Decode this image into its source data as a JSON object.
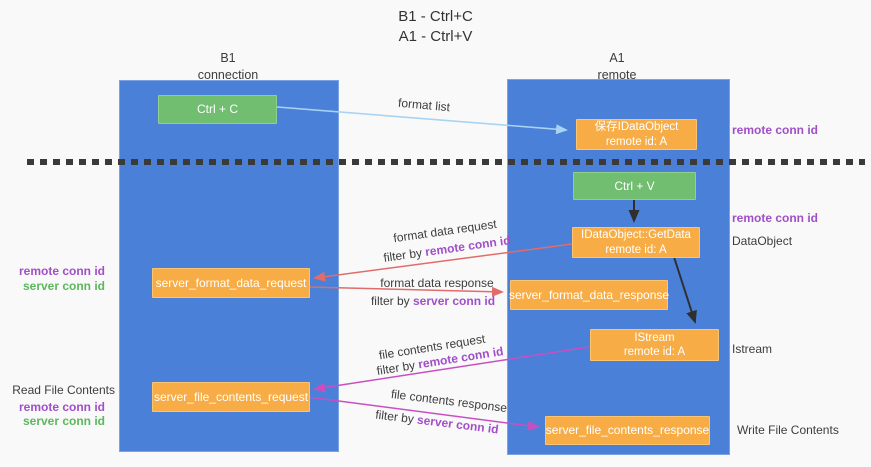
{
  "title": {
    "line1": "B1 - Ctrl+C",
    "line2": "A1 - Ctrl+V"
  },
  "columns": {
    "left": {
      "name": "B1",
      "role": "connection"
    },
    "right": {
      "name": "A1",
      "role": "remote"
    }
  },
  "boxes": {
    "ctrl_c": "Ctrl + C",
    "ctrl_v": "Ctrl + V",
    "save_idataobject": {
      "line1": "保存IDataObject",
      "line2": "remote id: A"
    },
    "getdata": {
      "line1": "IDataObject::GetData",
      "line2": "remote id: A"
    },
    "istream": {
      "line1": "IStream",
      "line2": "remote id: A"
    },
    "server_format_data_request": "server_format_data_request",
    "server_format_data_response": "server_format_data_response",
    "server_file_contents_request": "server_file_contents_request",
    "server_file_contents_response": "server_file_contents_response"
  },
  "arrow_labels": {
    "format_list": "format list",
    "format_data_request": "format data request",
    "format_data_response": "format data response",
    "file_contents_request": "file contents request",
    "file_contents_response": "file contents response",
    "filter_by": "filter by",
    "remote_conn_id": "remote conn id",
    "server_conn_id": "server conn id"
  },
  "side_labels": {
    "remote_conn_id": "remote conn id",
    "server_conn_id": "server conn id",
    "dataobject": "DataObject",
    "istream": "Istream",
    "read_file_contents": "Read File Contents",
    "write_file_contents": "Write File Contents"
  },
  "colors": {
    "column_blue": "#4a80d8",
    "box_green": "#71be70",
    "box_orange": "#f7ac45",
    "arrow_light_blue": "#a9d3f2",
    "arrow_salmon": "#e26b6b",
    "arrow_magenta": "#c94fc1",
    "arrow_black": "#2f2f2f",
    "text_purple": "#a14fc9",
    "text_green": "#5cb85c",
    "background": "#f9f9f9"
  }
}
